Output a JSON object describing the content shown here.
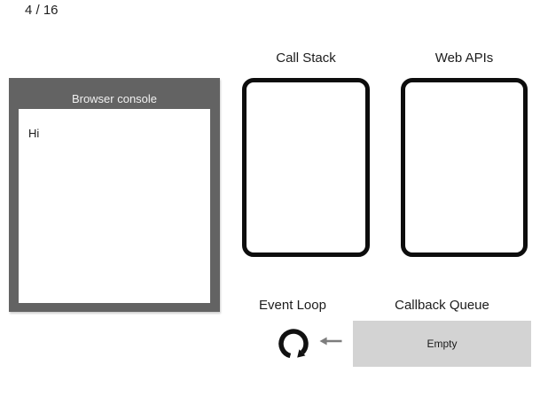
{
  "page": {
    "counter": "4 / 16"
  },
  "browser_console": {
    "title": "Browser console",
    "lines": [
      "Hi"
    ]
  },
  "call_stack": {
    "label": "Call Stack"
  },
  "web_apis": {
    "label": "Web APIs"
  },
  "event_loop": {
    "label": "Event Loop"
  },
  "callback_queue": {
    "label": "Callback Queue",
    "status": "Empty"
  },
  "icons": {
    "event_loop": "circular-refresh-arrow",
    "queue_to_loop": "left-arrow"
  },
  "colors": {
    "background": "#ffffff",
    "console_frame": "#636363",
    "console_title_text": "#f1f1f1",
    "box_border": "#0d0d0d",
    "queue_box": "#d3d3d3",
    "arrow": "#7d7d7d",
    "text": "#1a1a1a"
  }
}
